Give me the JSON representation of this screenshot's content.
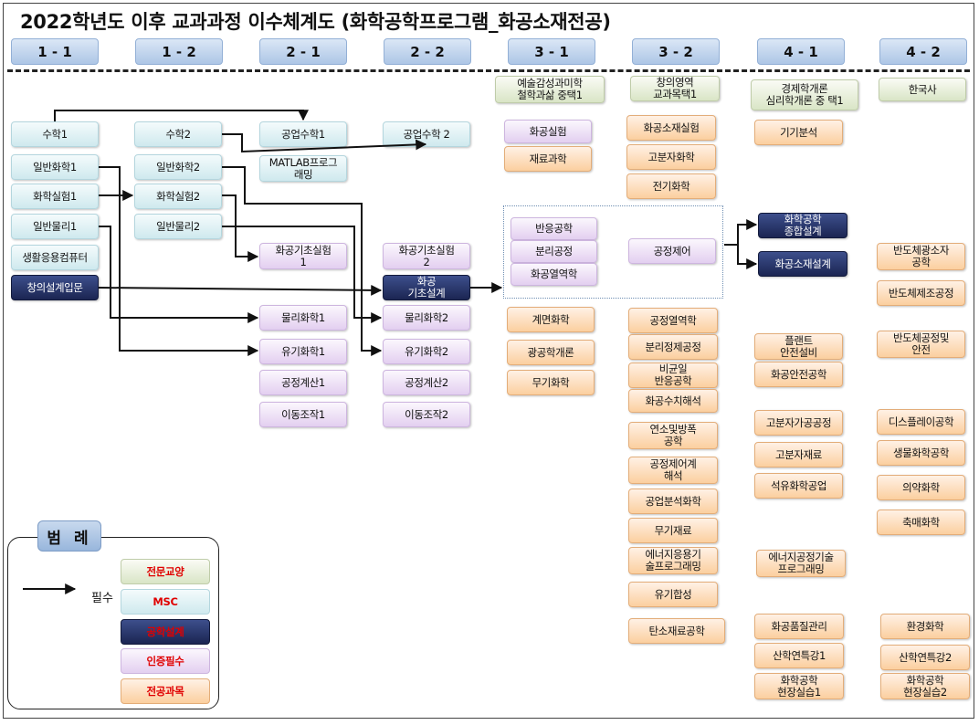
{
  "title": "2022학년도 이후 교과과정 이수체계도 (화학공학프로그램_화공소재전공)",
  "semesters": [
    "1 - 1",
    "1 - 2",
    "2 - 1",
    "2 - 2",
    "3 - 1",
    "3 - 2",
    "4 - 1",
    "4 - 2"
  ],
  "electives": {
    "s31": "예술감성과미학\n철학과삶 중택1",
    "s32": "창의영역\n교과목택1",
    "s41": "경제학개론\n심리학개론 중 택1",
    "s42": "한국사"
  },
  "courses": {
    "s11": [
      "수학1",
      "일반화학1",
      "화학실험1",
      "일반물리1",
      "생활응용컴퓨터",
      "창의설계입문"
    ],
    "s12": [
      "수학2",
      "일반화학2",
      "화학실험2",
      "일반물리2"
    ],
    "s21": [
      "공업수학1",
      "MATLAB프로그\n래밍",
      "화공기초실험\n1",
      "물리화학1",
      "유기화학1",
      "공정계산1",
      "이동조작1"
    ],
    "s22": [
      "공업수학 2",
      "화공기초실험\n2",
      "화공\n기초설계",
      "물리화학2",
      "유기화학2",
      "공정계산2",
      "이동조작2"
    ],
    "s31": [
      "화공실험",
      "재료과학",
      "반응공학",
      "분리공정",
      "화공열역학",
      "계면화학",
      "광공학개론",
      "무기화학"
    ],
    "s32": [
      "화공소재실험",
      "고분자화학",
      "전기화학",
      "공정제어",
      "공정열역학",
      "분리정제공정",
      "비균일\n반응공학",
      "화공수치해석",
      "연소및방폭\n공학",
      "공정제어계\n해석",
      "공업분석화학",
      "무기재료",
      "에너지응용기\n술프로그래밍",
      "유기합성",
      "탄소재료공학"
    ],
    "s41": [
      "기기분석",
      "화학공학\n종합설계",
      "화공소재설계",
      "플랜트\n안전설비",
      "화공안전공학",
      "고분자가공공정",
      "고분자재료",
      "석유화학공업",
      "에너지공정기술\n프로그래밍",
      "화공품질관리",
      "산학연특강1",
      "화학공학\n현장실습1"
    ],
    "s42": [
      "반도체광소자\n공학",
      "반도체제조공정",
      "반도체공정및\n안전",
      "디스플레이공학",
      "생물화학공학",
      "의약화학",
      "축매화학",
      "환경화학",
      "산학연특강2",
      "화학공학\n현장실습2"
    ]
  },
  "legend": {
    "title": "범 례",
    "required": "필수",
    "items": [
      "전문교양",
      "MSC",
      "공학설계",
      "인증필수",
      "전공과목"
    ]
  },
  "colors": {
    "msc": "#cfe9ee",
    "cert": "#e3cff0",
    "major": "#fbcf9f",
    "design": "#1b2552",
    "general": "#d9e5c6",
    "header": "#adc6e6"
  }
}
